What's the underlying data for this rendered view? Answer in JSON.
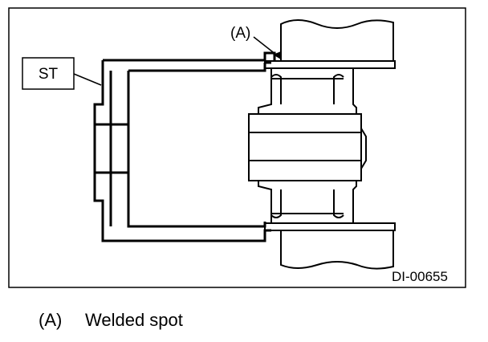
{
  "figure": {
    "callout_a": "(A)",
    "tool_label": "ST",
    "drawing_code": "DI-00655"
  },
  "legend": [
    {
      "key": "(A)",
      "text": "Welded spot"
    }
  ]
}
